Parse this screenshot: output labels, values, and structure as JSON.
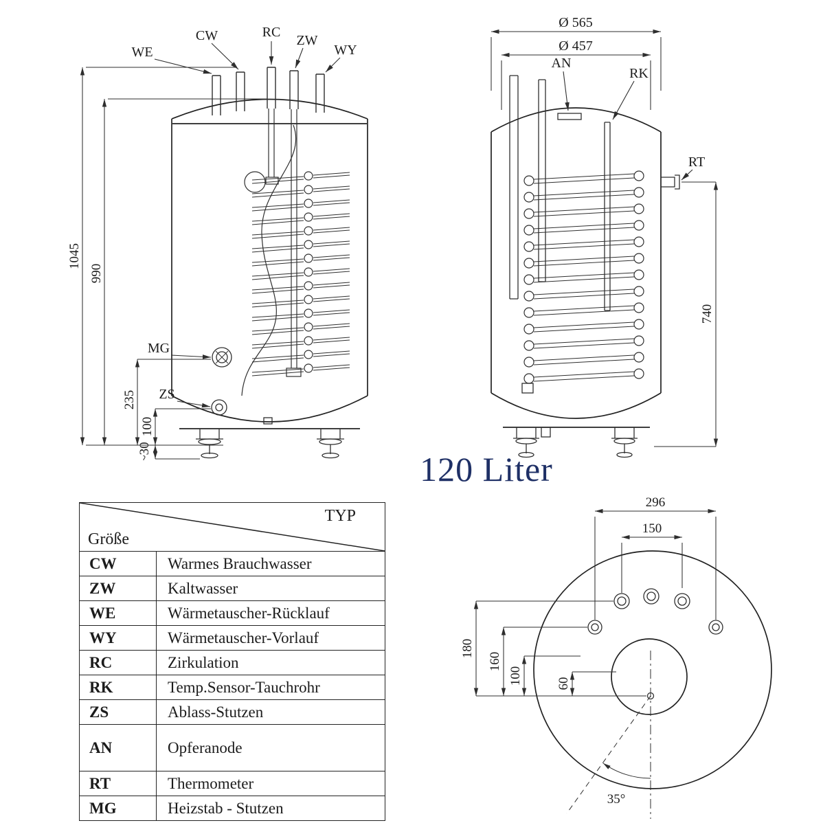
{
  "title": "120 Liter",
  "front_view": {
    "connection_labels": {
      "we": "WE",
      "cw": "CW",
      "rc": "RC",
      "zw": "ZW",
      "wy": "WY",
      "mg": "MG",
      "zs": "ZS"
    },
    "dimensions": {
      "overall_height": "1045",
      "body_height": "990",
      "d235": "235",
      "d100": "100",
      "d30": "~30"
    }
  },
  "section_view": {
    "connection_labels": {
      "an": "AN",
      "rk": "RK",
      "rt": "RT"
    },
    "dimensions": {
      "outer_diameter": "Ø 565",
      "inner_diameter": "Ø 457",
      "coil_height": "740"
    }
  },
  "bottom_view": {
    "dimensions": {
      "d296": "296",
      "d150": "150",
      "d180": "180",
      "d160": "160",
      "d100": "100",
      "d60": "60",
      "angle": "35°"
    }
  },
  "legend": {
    "header_type": "TYP",
    "header_size": "Größe",
    "rows": [
      {
        "code": "CW",
        "description": "Warmes Brauchwasser"
      },
      {
        "code": "ZW",
        "description": "Kaltwasser"
      },
      {
        "code": "WE",
        "description": "Wärmetauscher-Rücklauf"
      },
      {
        "code": "WY",
        "description": "Wärmetauscher-Vorlauf"
      },
      {
        "code": "RC",
        "description": "Zirkulation"
      },
      {
        "code": "RK",
        "description": "Temp.Sensor-Tauchrohr"
      },
      {
        "code": "ZS",
        "description": "Ablass-Stutzen"
      },
      {
        "code": "AN",
        "description": "Opferanode"
      },
      {
        "code": "RT",
        "description": "Thermometer"
      },
      {
        "code": "MG",
        "description": "Heizstab - Stutzen"
      }
    ]
  }
}
